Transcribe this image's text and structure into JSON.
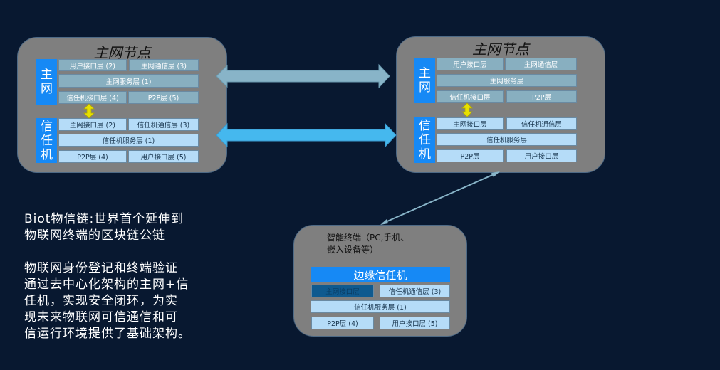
{
  "left_node": {
    "title": "主网节点",
    "mainnet": {
      "label": "主网",
      "layers": [
        "用户接口层 (2)",
        "主网通信层 (3)",
        "主网服务层 (1)",
        "信任机接口层 (4)",
        "P2P层 (5)"
      ]
    },
    "trustee": {
      "label": "信任机",
      "layers": [
        "主网接口层 (2)",
        "信任机通信层 (3)",
        "信任机服务层 (1)",
        "P2P层 (4)",
        "用户接口层 (5)"
      ]
    }
  },
  "right_node": {
    "title": "主网节点",
    "mainnet": {
      "label": "主网",
      "layers": [
        "用户接口层",
        "主网通信层",
        "主网服务层",
        "信任机接口层",
        "P2P层"
      ]
    },
    "trustee": {
      "label": "信任机",
      "layers": [
        "主网接口层",
        "信任机通信层",
        "信任机服务层",
        "P2P层",
        "用户接口层"
      ]
    }
  },
  "terminal": {
    "label_line1": "智能终端（PC,手机、",
    "label_line2": "嵌入设备等）",
    "edge_title": "边缘信任机",
    "layers": [
      "主网接口层",
      "信任机通信层 (3)",
      "信任机服务层 (1)",
      "P2P层 (4)",
      "用户接口层 (5)"
    ]
  },
  "description": {
    "line1": "Biot物信链:世界首个延伸到",
    "line2": "物联网终端的区块链公链",
    "line3": "物联网身份登记和终端验证",
    "line4": "通过去中心化架构的主网+信",
    "line5": "任机，实现安全闭环，为实",
    "line6": "现未来物联网可信通信和可",
    "line7": "信运行环境提供了基础架构。"
  },
  "colors": {
    "background": "#081830",
    "node_bg": "#7f7f7f",
    "accent_blue": "#1689f5",
    "mainnet_layer": "#88afc0",
    "trustee_layer": "#b5dcf8",
    "arrow_mainnet": "#88b4c8",
    "arrow_trustee": "#45b8ee",
    "sync_arrow": "#e8e000"
  }
}
